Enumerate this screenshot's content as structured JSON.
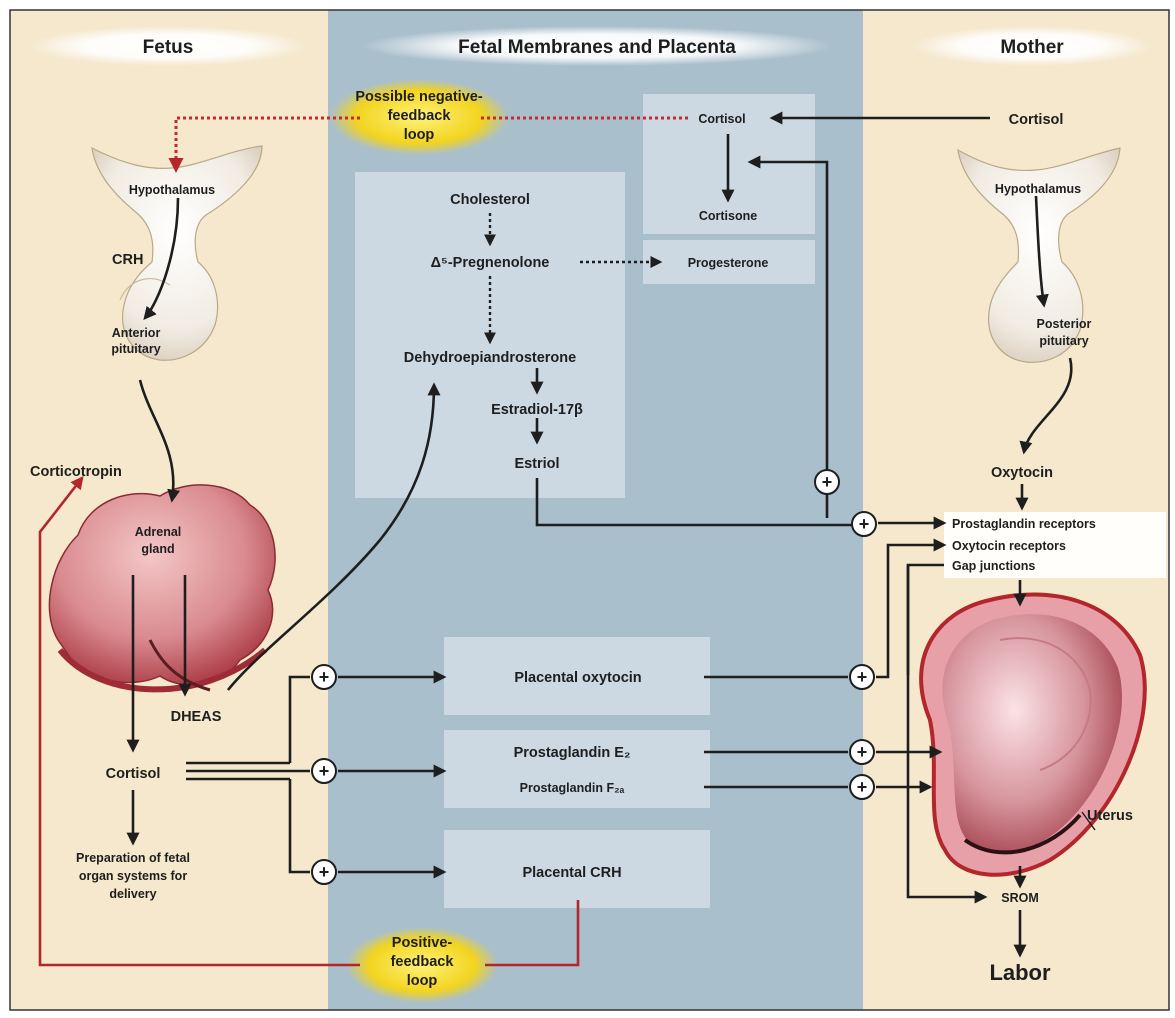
{
  "headers": {
    "fetus": "Fetus",
    "membranes": "Fetal Membranes and Placenta",
    "mother": "Mother"
  },
  "feedback": {
    "negative": [
      "Possible negative-",
      "feedback",
      "loop"
    ],
    "positive": [
      "Positive-",
      "feedback",
      "loop"
    ]
  },
  "fetus": {
    "hypothalamus": "Hypothalamus",
    "crh": "CRH",
    "anterior_pituitary": [
      "Anterior",
      "pituitary"
    ],
    "corticotropin": "Corticotropin",
    "adrenal_gland": [
      "Adrenal",
      "gland"
    ],
    "dheas": "DHEAS",
    "cortisol": "Cortisol",
    "preparation": [
      "Preparation of fetal",
      "organ systems for",
      "delivery"
    ]
  },
  "placenta": {
    "cortisol": "Cortisol",
    "cortisone": "Cortisone",
    "cholesterol": "Cholesterol",
    "pregnenolone": "Δ⁵-Pregnenolone",
    "progesterone": "Progesterone",
    "dhea": "Dehydroepiandrosterone",
    "estradiol": "Estradiol-17β",
    "estriol": "Estriol",
    "placental_oxytocin": "Placental oxytocin",
    "pge2": "Prostaglandin E₂",
    "pgf2a": "Prostaglandin F₂ₐ",
    "placental_crh": "Placental CRH"
  },
  "mother": {
    "cortisol": "Cortisol",
    "hypothalamus": "Hypothalamus",
    "posterior_pituitary": [
      "Posterior",
      "pituitary"
    ],
    "oxytocin": "Oxytocin",
    "receptors": [
      "Prostaglandin receptors",
      "Oxytocin receptors",
      "Gap junctions"
    ],
    "uterus": "Uterus",
    "srom": "SROM",
    "labor": "Labor"
  },
  "plus_symbol": "+",
  "colors": {
    "fetus_bg": "#f5e8cc",
    "placenta_bg": "#a9bfcc",
    "box_bg": "#ccd9e2",
    "feedback_glow": "#f2d41f",
    "red_arrow": "#b3262b"
  }
}
